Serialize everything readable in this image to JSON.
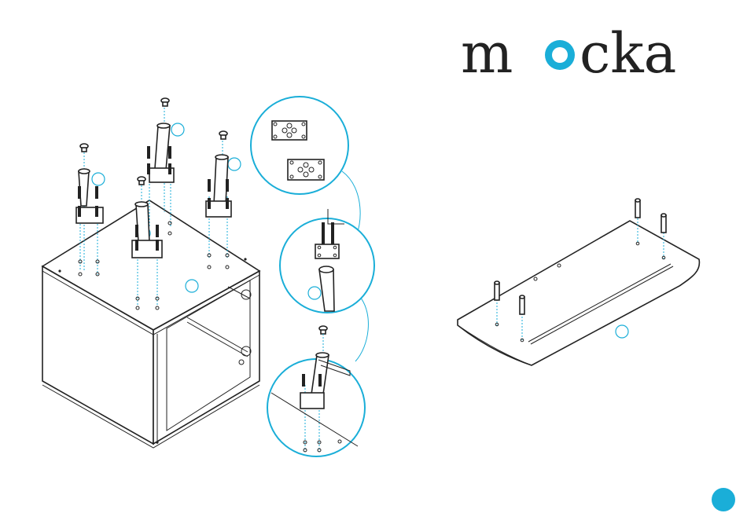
{
  "brand": {
    "parts": [
      "m",
      "o",
      "cka"
    ],
    "name": "mocka",
    "accent_color": "#1aaed8",
    "ink_color": "#222222"
  },
  "steps": [
    {
      "id": "leg-assembly",
      "icon": "cabinet-legs-illustration"
    },
    {
      "id": "plate-detail",
      "icon": "mounting-plate-callout"
    },
    {
      "id": "leg-screw-detail",
      "icon": "leg-screw-callout"
    },
    {
      "id": "leg-fit-detail",
      "icon": "leg-fit-callout"
    },
    {
      "id": "top-panel",
      "icon": "top-panel-dowels-illustration"
    }
  ],
  "page_marker": {
    "icon": "page-dot-icon",
    "color": "#1aaed8"
  }
}
